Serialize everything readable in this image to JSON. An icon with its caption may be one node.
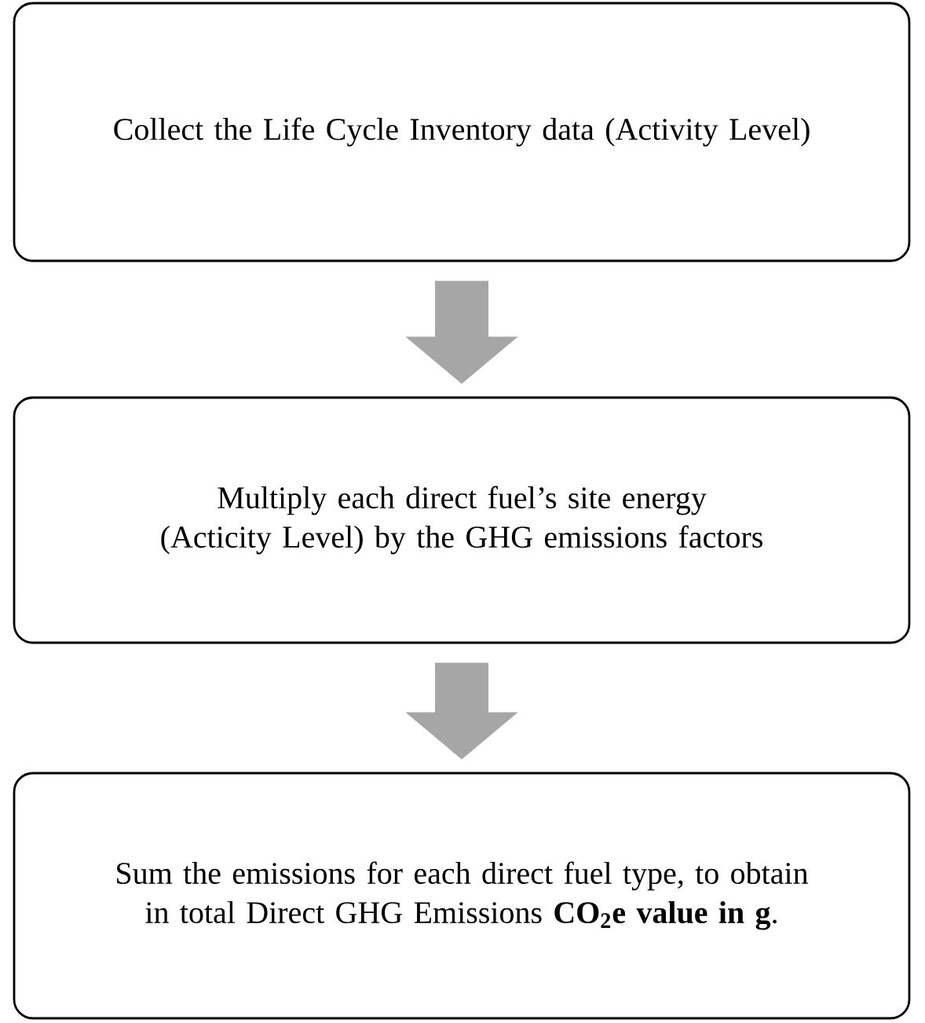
{
  "diagram": {
    "nodes": [
      {
        "text": [
          "Collect the Life Cycle Inventory data (Activity Level)"
        ]
      },
      {
        "text": [
          "Multiply each direct fuel’s site energy (Acticity Level) by the GHG emissions factors"
        ]
      },
      {
        "text": [
          "Sum the emissions for each direct fuel type, to obtain in total Direct GHG Emissions **CO$_{2}$e value in g**."
        ]
      }
    ],
    "edges": [
      {
        "from": 0,
        "to": 1,
        "arrow": "to"
      },
      {
        "from": 1,
        "to": 2,
        "arrow": "to"
      }
    ]
  }
}
